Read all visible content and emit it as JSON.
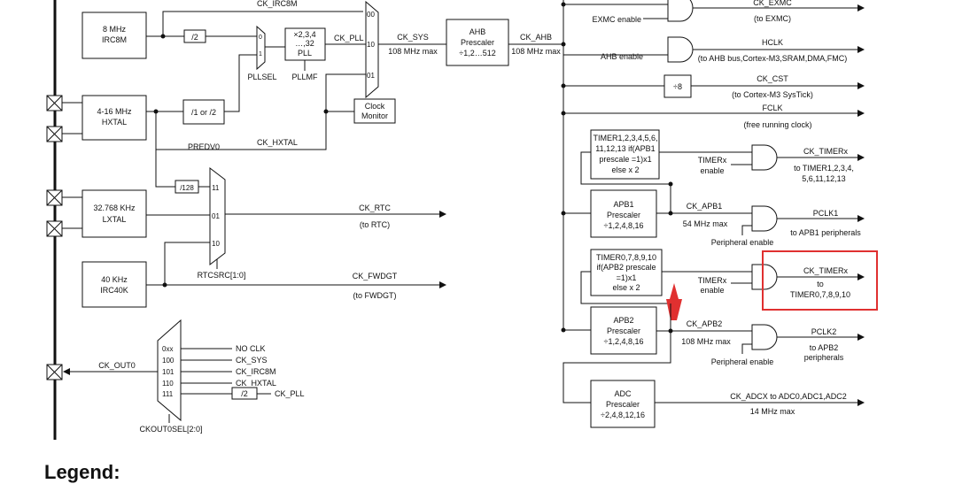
{
  "oscillators": {
    "irc8m": [
      "8 MHz",
      "IRC8M"
    ],
    "hxtal": [
      "4-16 MHz",
      "HXTAL"
    ],
    "lxtal": [
      "32.768 KHz",
      "LXTAL"
    ],
    "irc40k": [
      "40 KHz",
      "IRC40K"
    ]
  },
  "pll": {
    "div2": "/2",
    "box": [
      "×2,3,4",
      "…,32",
      "PLL"
    ],
    "pllsel": "PLLSEL",
    "pllmf": "PLLMF",
    "div12": "/1 or /2",
    "predv0": "PREDV0",
    "ck_hxtal": "CK_HXTAL"
  },
  "sysmux": {
    "ck_irc8m": "CK_IRC8M",
    "ck_pll": "CK_PLL",
    "in00": "00",
    "in10": "10",
    "in01": "01",
    "ck_sys": "CK_SYS",
    "ck_sys_max": "108 MHz max",
    "clock_monitor": [
      "Clock",
      "Monitor"
    ]
  },
  "ahb": {
    "box": [
      "AHB",
      "Prescaler",
      "÷1,2…512"
    ],
    "ck_ahb": "CK_AHB",
    "ck_ahb_max": "108 MHz max"
  },
  "outputs": {
    "exmc_enable": "EXMC enable",
    "ck_exmc": "CK_EXMC",
    "to_exmc": "(to EXMC)",
    "ahb_enable": "AHB enable",
    "hclk": "HCLK",
    "hclk_to": "(to AHB bus,Cortex-M3,SRAM,DMA,FMC)",
    "div8": "÷8",
    "ck_cst": "CK_CST",
    "ck_cst_to": "(to Cortex-M3 SysTick)",
    "fclk": "FCLK",
    "fclk_to": "(free running clock)"
  },
  "timer1": {
    "box": [
      "TIMER1,2,3,4,5,6,",
      "11,12,13 if(APB1",
      "prescale =1)x1",
      "else x 2"
    ],
    "enable": [
      "TIMERx",
      "enable"
    ],
    "ck": "CK_TIMERx",
    "to": [
      "to TIMER1,2,3,4,",
      "5,6,11,12,13"
    ]
  },
  "apb1": {
    "box": [
      "APB1",
      "Prescaler",
      "÷1,2,4,8,16"
    ],
    "ck": "CK_APB1",
    "max": "54 MHz max",
    "periph_enable": "Peripheral enable",
    "pclk": "PCLK1",
    "to": "to APB1 peripherals"
  },
  "timer0": {
    "box": [
      "TIMER0,7,8,9,10",
      "if(APB2 prescale",
      "=1)x1",
      "else x 2"
    ],
    "enable": [
      "TIMERx",
      "enable"
    ],
    "ck": "CK_TIMERx",
    "to": [
      "to",
      "TIMER0,7,8,9,10"
    ],
    "highlight_color": "#e03030"
  },
  "apb2": {
    "box": [
      "APB2",
      "Prescaler",
      "÷1,2,4,8,16"
    ],
    "ck": "CK_APB2",
    "max": "108 MHz max",
    "periph_enable": "Peripheral enable",
    "pclk": "PCLK2",
    "to": [
      "to APB2",
      "peripherals"
    ]
  },
  "adc": {
    "box": [
      "ADC",
      "Prescaler",
      "÷2,4,8,12,16"
    ],
    "ck": "CK_ADCX to ADC0,ADC1,ADC2",
    "max": "14 MHz max"
  },
  "rtc": {
    "div128": "/128",
    "in11": "11",
    "in01": "01",
    "in10": "10",
    "ck_rtc": "CK_RTC",
    "to": "(to RTC)",
    "sel": "RTCSRC[1:0]"
  },
  "fwdgt": {
    "ck": "CK_FWDGT",
    "to": "(to FWDGT)"
  },
  "ckout": {
    "inputs": [
      "0xx",
      "100",
      "101",
      "110",
      "111"
    ],
    "signals": [
      "NO CLK",
      "CK_SYS",
      "CK_IRC8M",
      "CK_HXTAL",
      "CK_PLL"
    ],
    "div2": "/2",
    "out": "CK_OUT0",
    "sel": "CKOUT0SEL[2:0]"
  },
  "legend": "Legend:"
}
